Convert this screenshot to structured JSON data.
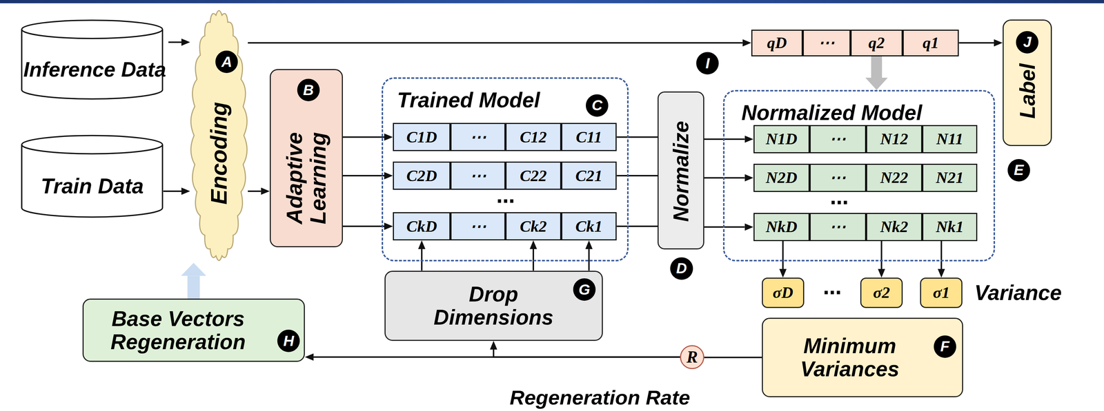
{
  "diagram": {
    "nodes": [
      {
        "text": [
          "Inference Data"
        ]
      },
      {
        "text": [
          "Train Data"
        ]
      },
      {
        "text": [
          "Encoding"
        ]
      },
      {
        "text": [
          "Adaptive Learning"
        ]
      },
      {
        "text": [
          "Trained Model"
        ]
      },
      {
        "text": [
          "C1D"
        ],
        "in": 4
      },
      {
        "text": [
          "⋯"
        ],
        "in": 4
      },
      {
        "text": [
          "C12"
        ],
        "in": 4
      },
      {
        "text": [
          "C11"
        ],
        "in": 4
      },
      {
        "text": [
          "C2D"
        ],
        "in": 4
      },
      {
        "text": [
          "⋯"
        ],
        "in": 4
      },
      {
        "text": [
          "C22"
        ],
        "in": 4
      },
      {
        "text": [
          "C21"
        ],
        "in": 4
      },
      {
        "text": [
          "CkD"
        ],
        "in": 4
      },
      {
        "text": [
          "⋯"
        ],
        "in": 4
      },
      {
        "text": [
          "Ck2"
        ],
        "in": 4
      },
      {
        "text": [
          "Ck1"
        ],
        "in": 4
      },
      {
        "text": [
          "Normalize"
        ]
      },
      {
        "text": [
          "Normalized Model"
        ]
      },
      {
        "text": [
          "N1D"
        ],
        "in": 18
      },
      {
        "text": [
          "⋯"
        ],
        "in": 18
      },
      {
        "text": [
          "N12"
        ],
        "in": 18
      },
      {
        "text": [
          "N11"
        ],
        "in": 18
      },
      {
        "text": [
          "N2D"
        ],
        "in": 18
      },
      {
        "text": [
          "⋯"
        ],
        "in": 18
      },
      {
        "text": [
          "N22"
        ],
        "in": 18
      },
      {
        "text": [
          "N21"
        ],
        "in": 18
      },
      {
        "text": [
          "NkD"
        ],
        "in": 18
      },
      {
        "text": [
          "⋯"
        ],
        "in": 18
      },
      {
        "text": [
          "Nk2"
        ],
        "in": 18
      },
      {
        "text": [
          "Nk1"
        ],
        "in": 18
      },
      {
        "text": [
          "qD"
        ]
      },
      {
        "text": [
          "⋯"
        ]
      },
      {
        "text": [
          "q2"
        ]
      },
      {
        "text": [
          "q1"
        ]
      },
      {
        "text": [
          "Label"
        ]
      },
      {
        "text": [
          "σD"
        ]
      },
      {
        "text": [
          "σ2"
        ]
      },
      {
        "text": [
          "σ1"
        ]
      },
      {
        "text": [
          "Minimum Variances"
        ]
      },
      {
        "text": [
          "R"
        ]
      },
      {
        "text": [
          "Drop Dimensions"
        ]
      },
      {
        "text": [
          "Base Vectors Regeneration"
        ]
      }
    ],
    "edges": [
      {
        "from": 0,
        "to": 2,
        "arrow": "to"
      },
      {
        "from": 1,
        "to": 2,
        "arrow": "to"
      },
      {
        "from": 2,
        "to": 31,
        "arrow": "to"
      },
      {
        "from": 2,
        "to": 3,
        "arrow": "to"
      },
      {
        "from": 3,
        "to": 5,
        "arrow": "to"
      },
      {
        "from": 3,
        "to": 9,
        "arrow": "to"
      },
      {
        "from": 3,
        "to": 13,
        "arrow": "to"
      },
      {
        "from": 8,
        "to": 17,
        "arrow": "none"
      },
      {
        "from": 12,
        "to": 17,
        "arrow": "none"
      },
      {
        "from": 16,
        "to": 17,
        "arrow": "none"
      },
      {
        "from": 17,
        "to": 19,
        "arrow": "to"
      },
      {
        "from": 17,
        "to": 23,
        "arrow": "to"
      },
      {
        "from": 17,
        "to": 27,
        "arrow": "to"
      },
      {
        "from": 34,
        "to": 35,
        "arrow": "to"
      },
      {
        "from": 33,
        "to": 18,
        "arrow": "to"
      },
      {
        "from": 27,
        "to": 36,
        "arrow": "to"
      },
      {
        "from": 29,
        "to": 37,
        "arrow": "to"
      },
      {
        "from": 30,
        "to": 38,
        "arrow": "to"
      },
      {
        "from": 39,
        "to": 40,
        "arrow": "none"
      },
      {
        "from": 40,
        "to": 42,
        "arrow": "to"
      },
      {
        "from": 40,
        "to": 41,
        "arrow": "to"
      },
      {
        "from": 41,
        "to": 13,
        "arrow": "to"
      },
      {
        "from": 41,
        "to": 15,
        "arrow": "to"
      },
      {
        "from": 41,
        "to": 16,
        "arrow": "to"
      },
      {
        "from": 42,
        "to": 2,
        "arrow": "to"
      }
    ],
    "labels": [
      "A",
      "B",
      "C",
      "D",
      "E",
      "F",
      "G",
      "H",
      "I",
      "J",
      "⋯",
      "⋯",
      "⋯",
      "Variance",
      "Regeneration Rate"
    ]
  }
}
